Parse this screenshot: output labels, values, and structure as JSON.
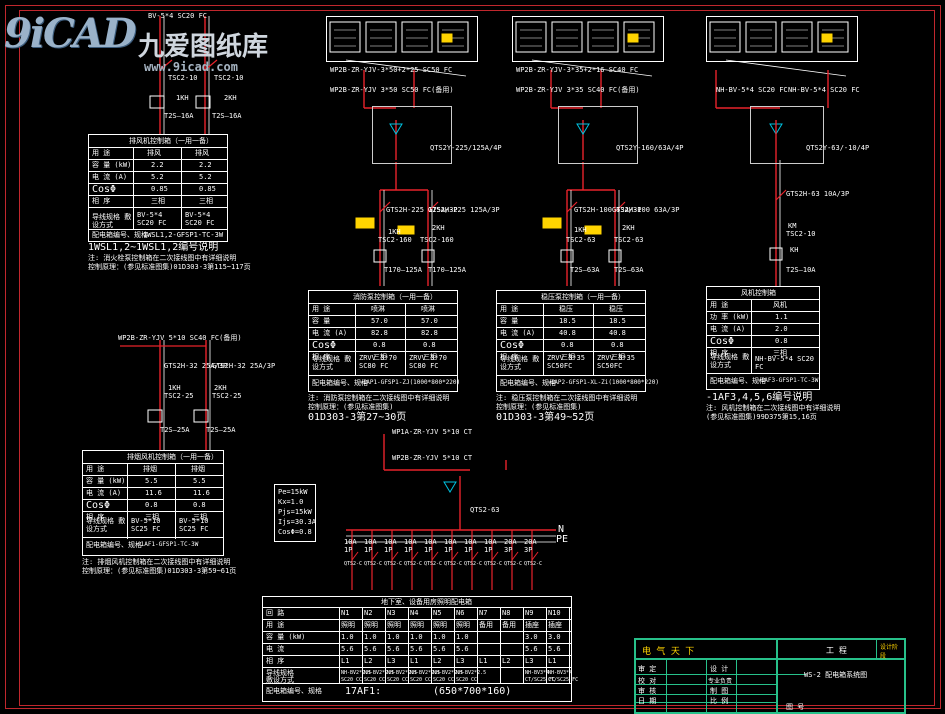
{
  "watermark": {
    "logo": "9iCAD",
    "name": "九爱图纸库",
    "url": "www.9icad.com"
  },
  "panel1": {
    "feeder": "BV-5*4 SC20 FC",
    "breakers": [
      "TSC2-10",
      "TSC2-10"
    ],
    "cbs": [
      "1KH",
      "2KH"
    ],
    "fuses": [
      "T2S—16A",
      "T2S—16A"
    ],
    "table_title": "排风机控制箱（一用一备）",
    "rows": [
      [
        "用 途",
        "排风",
        "排风"
      ],
      [
        "容 量 (kW)",
        "2.2",
        "2.2"
      ],
      [
        "电 流 (A)",
        "5.2",
        "5.2"
      ],
      [
        "CosΦ",
        "0.85",
        "0.85"
      ],
      [
        "相 序",
        "三相",
        "三相"
      ],
      [
        "导线规格 敷设方式",
        "BV-5*4 SC20 FC",
        "BV-5*4 SC20 FC"
      ],
      [
        "配电箱编号、规格",
        "1WSL1,2-GFSP1-TC-3W",
        ""
      ]
    ],
    "caption": "1WSL1,2~1WSL1,2编号说明",
    "notes": [
      "注: 消火栓泵控制箱在二次接线图中有详细说明",
      "控制原理：(参见标准图集)01D303-3第115~117页"
    ]
  },
  "panel2": {
    "feeder_a": "WP2B-ZR-YJV-3*50+2*25 SC50 FC",
    "feeder_b": "WP2B-ZR-YJV 3*50 SC50 FC(备用)",
    "main_cb": "QTS2Y-225/125A/4P",
    "breakers": [
      "GTS2H-225 125A/3P",
      "GTS2H-225 125A/3P"
    ],
    "bits": [
      "1KH",
      "2KH",
      "TSC2-160",
      "TSC2-160"
    ],
    "fuses": [
      "T170—125A",
      "T170—125A"
    ],
    "table_title": "消防泵控制箱（一用一备）",
    "rows": [
      [
        "用 途",
        "喷淋",
        "喷淋"
      ],
      [
        "容 量",
        "57.0",
        "57.0"
      ],
      [
        "电 流 (A)",
        "82.8",
        "82.8"
      ],
      [
        "CosΦ",
        "0.8",
        "0.8"
      ],
      [
        "相 序",
        "三相",
        "三相"
      ],
      [
        "导线规格 敷设方式",
        "ZRVV 3*70 SC80 FC",
        "ZRVV 3*70 SC80 FC"
      ],
      [
        "配电箱编号、规格",
        "~1AP1-GFSP1-ZJ(1000*800*220)",
        ""
      ]
    ],
    "notes": [
      "注: 消防泵控制箱在二次接线图中有详细说明",
      "控制原理：(参见标准图集)",
      "01D303-3第27~30页"
    ]
  },
  "panel3": {
    "feeder_a": "WP2B-ZR-YJV-3*35+2*16 SC40 FC",
    "feeder_b": "WP2B-ZR-YJV 3*35 SC40 FC(备用)",
    "main_cb": "QTS2Y-160/63A/4P",
    "breakers": [
      "GTS2H-100 63A/3P",
      "GTS2H-100 63A/3P"
    ],
    "bits": [
      "1KH",
      "2KH",
      "TSC2-63",
      "TSC2-63"
    ],
    "fuses": [
      "T2S—63A",
      "T2S—63A"
    ],
    "table_title": "稳压泵控制箱（一用一备）",
    "rows": [
      [
        "用 途",
        "稳压",
        "稳压"
      ],
      [
        "容 量",
        "18.5",
        "18.5"
      ],
      [
        "电 流 (A)",
        "40.8",
        "40.8"
      ],
      [
        "CosΦ",
        "0.8",
        "0.8"
      ],
      [
        "相 序",
        "三相",
        "三相"
      ],
      [
        "导线规格 敷设方式",
        "ZRVV 3*35 SC50FC",
        "ZRVV 3*35 SC50FC"
      ],
      [
        "配电箱编号、规格",
        "~1AP2-GFSP1-XL-Zi(1000*800*220)",
        ""
      ]
    ],
    "notes": [
      "注: 稳压泵控制箱在二次接线图中有详细说明",
      "控制原理：(参见标准图集)",
      "01D303-3第49~52页"
    ]
  },
  "panel4": {
    "feeder_a": "NH-BV-5*4 SC20 FC",
    "feeder_b": "NH-BV-5*4 SC20 FC",
    "main_cb": "QTS2Y-63/-10/4P",
    "breaker": "GTS2H-63 10A/3P",
    "contactor": "KM",
    "bits": [
      "TSC2-10",
      "KH"
    ],
    "fuse": "T2S—10A",
    "table_title": "风机控制箱",
    "rows": [
      [
        "用 途",
        "风机"
      ],
      [
        "功 率 (kW)",
        "1.1"
      ],
      [
        "电 流 (A)",
        "2.0"
      ],
      [
        "CosΦ",
        "0.8"
      ],
      [
        "相 序",
        "三相"
      ],
      [
        "导线规格 敷设方式",
        "NH-BV-5*4 SC20 FC"
      ],
      [
        "配电箱编号、规格",
        "~1AF3-GFSP1-TC-3W"
      ]
    ],
    "caption": "-1AF3,4,5,6编号说明",
    "notes": [
      "注: 风机控制箱在二次接线图中有详细说明",
      "(参见标准图集)99D375第15,16页"
    ]
  },
  "panel5": {
    "feeder": "WP2B-ZR-YJV 5*10 SC40 FC(备用)",
    "breakers": [
      "GTS2H-32 25A/3P",
      "GTS2H-32 25A/3P"
    ],
    "bits": [
      "1KH",
      "2KH",
      "TSC2-25",
      "TSC2-25"
    ],
    "fuses": [
      "T2S—25A",
      "T2S—25A"
    ],
    "table_title": "排烟风机控制箱（一用一备）",
    "rows": [
      [
        "用 途",
        "排烟",
        "排烟"
      ],
      [
        "容 量 (kW)",
        "5.5",
        "5.5"
      ],
      [
        "电 流 (A)",
        "11.6",
        "11.6"
      ],
      [
        "CosΦ",
        "0.8",
        "0.8"
      ],
      [
        "相 序",
        "三相",
        "三相"
      ],
      [
        "导线规格 敷设方式",
        "BV-5*10 SC25 FC",
        "BV-5*10 SC25 FC"
      ],
      [
        "配电箱编号、规格",
        "~1AF1-GFSP1-TC-3W",
        ""
      ]
    ],
    "notes": [
      "注: 排烟风机控制箱在二次接线图中有详细说明",
      "控制原理：(参见标准图集)01D303-3第59~61页"
    ]
  },
  "panel6": {
    "feeder_a": "WP1A-ZR-YJV 5*10 CT",
    "feeder_b": "WP2B-ZR-YJV 5*10 CT",
    "main_cb": "QTS2-63",
    "legend": [
      "Pe=15kW",
      "Kx=1.0",
      "Pjs=15kW",
      "Ijs=30.3A",
      "CosΦ=0.8"
    ],
    "bus_n": "N",
    "bus_pe": "PE",
    "branch_ratings": [
      "10A",
      "10A",
      "10A",
      "10A",
      "10A",
      "10A",
      "10A",
      "10A",
      "20A",
      "20A"
    ],
    "branch_poles": [
      "1P",
      "1P",
      "1P",
      "1P",
      "1P",
      "1P",
      "1P",
      "1P",
      "3P",
      "3P"
    ],
    "branch_types": [
      "QTS2-C",
      "QTS2-C",
      "QTS2-C",
      "QTS2-C",
      "QTS2-C",
      "QTS2-C",
      "QTS2-C",
      "QTS2-C",
      "QTS2-C",
      "QTS2-C"
    ],
    "table_title": "地下室、设备用房照明配电箱",
    "circuits": [
      "N1",
      "N2",
      "N3",
      "N4",
      "N5",
      "N6",
      "N7",
      "N8",
      "N9",
      "N10"
    ],
    "rows": [
      [
        "回 路",
        "N1",
        "N2",
        "N3",
        "N4",
        "N5",
        "N6",
        "N7",
        "N8",
        "N9",
        "N10"
      ],
      [
        "用 途",
        "照明",
        "照明",
        "照明",
        "照明",
        "照明",
        "照明",
        "备用",
        "备用",
        "插座",
        "插座"
      ],
      [
        "容 量 (kW)",
        "1.0",
        "1.0",
        "1.0",
        "1.0",
        "1.0",
        "1.0",
        "",
        "",
        "3.0",
        "3.0"
      ],
      [
        "电 流",
        "5.6",
        "5.6",
        "5.6",
        "5.6",
        "5.6",
        "5.6",
        "",
        "",
        "5.6",
        "5.6"
      ],
      [
        "相 序",
        "L1",
        "L2",
        "L3",
        "L1",
        "L2",
        "L3",
        "L1",
        "L2",
        "L3",
        "L1"
      ],
      [
        "导线规格",
        "NH-BV2*2.5",
        "NH-BV2*2.5",
        "NH-BV2*2.5",
        "NH-BV2*2.5",
        "NH-BV2*2.5",
        "NH-BV2*2.5",
        "",
        "",
        "NH-BV3*4",
        "NH-BV3*4"
      ],
      [
        "敷设方式",
        "SC20 CC",
        "SC20 CC",
        "SC20 CC",
        "SC20 CC",
        "SC20 CC",
        "SC20 CC",
        "",
        "",
        "CT/SC25 FC",
        "CT/SC25 FC"
      ]
    ],
    "box_label": "配电箱编号、规格",
    "box_code": "17AF1:",
    "box_size": "(650*700*160)"
  },
  "title_block": {
    "company": "电 气 天 下",
    "project": "工 程",
    "stage": "设计阶段",
    "drawing": "WS-2 配电箱系统图",
    "labels": [
      "审 定",
      "设 计",
      "校 对",
      "审 核",
      "专业负责",
      "制 图",
      "日 期",
      "比 例",
      "图 号"
    ]
  },
  "colors": {
    "wire": "#e8232b",
    "neutral": "#ffffff",
    "accent": "#ffd400",
    "cyan": "#00c2e0",
    "frame": "#c0272d",
    "title_block": "#27c08a"
  }
}
